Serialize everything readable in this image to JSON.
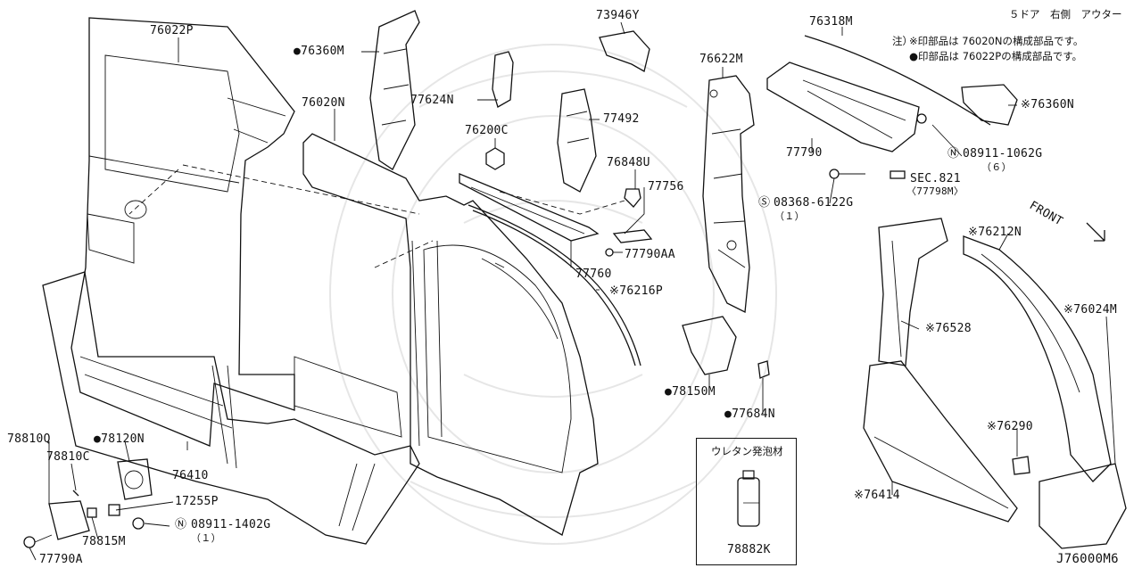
{
  "header": {
    "variant": "５ドア　右側　アウター",
    "note_title": "注）",
    "note_line1": "※印部品は 76020Nの構成部品です。",
    "note_line2": "●印部品は 76022Pの構成部品です。"
  },
  "front_label": "FRONT",
  "diagram_id": "J76000M6",
  "inset": {
    "title": "ウレタン発泡材",
    "part": "78882K"
  },
  "parts": {
    "p76022P": "76022P",
    "p76360M": "●76360M",
    "p76020N": "76020N",
    "p77624N": "77624N",
    "p73946Y": "73946Y",
    "p77492": "77492",
    "p76200C": "76200C",
    "p76848U": "76848U",
    "p77756": "77756",
    "p77790AA": "77790AA",
    "p77760": "77760",
    "p76216P": "※76216P",
    "p76622M": "76622M",
    "p76318M": "76318M",
    "p76360N": "※76360N",
    "p77790": "77790",
    "p08911_1062G": "08911-1062G",
    "p08911_1062G_qty": "（６）",
    "p08368_6122G": "08368-6122G",
    "p08368_6122G_qty": "（１）",
    "pSEC821": "SEC.821",
    "pSEC821_sub": "〈77798M〉",
    "p76212N": "※76212N",
    "p76528": "※76528",
    "p76024M": "※76024M",
    "p78150M": "●78150M",
    "p77684N": "●77684N",
    "p76290": "※76290",
    "p76414": "※76414",
    "p78810Q": "78810Q",
    "p78810C": "78810C",
    "p78120N": "●78120N",
    "p76410": "76410",
    "p17255P": "17255P",
    "p08911_1402G": "08911-1402G",
    "p08911_1402G_qty": "（１）",
    "p78815M": "78815M",
    "p77790A": "77790A"
  }
}
